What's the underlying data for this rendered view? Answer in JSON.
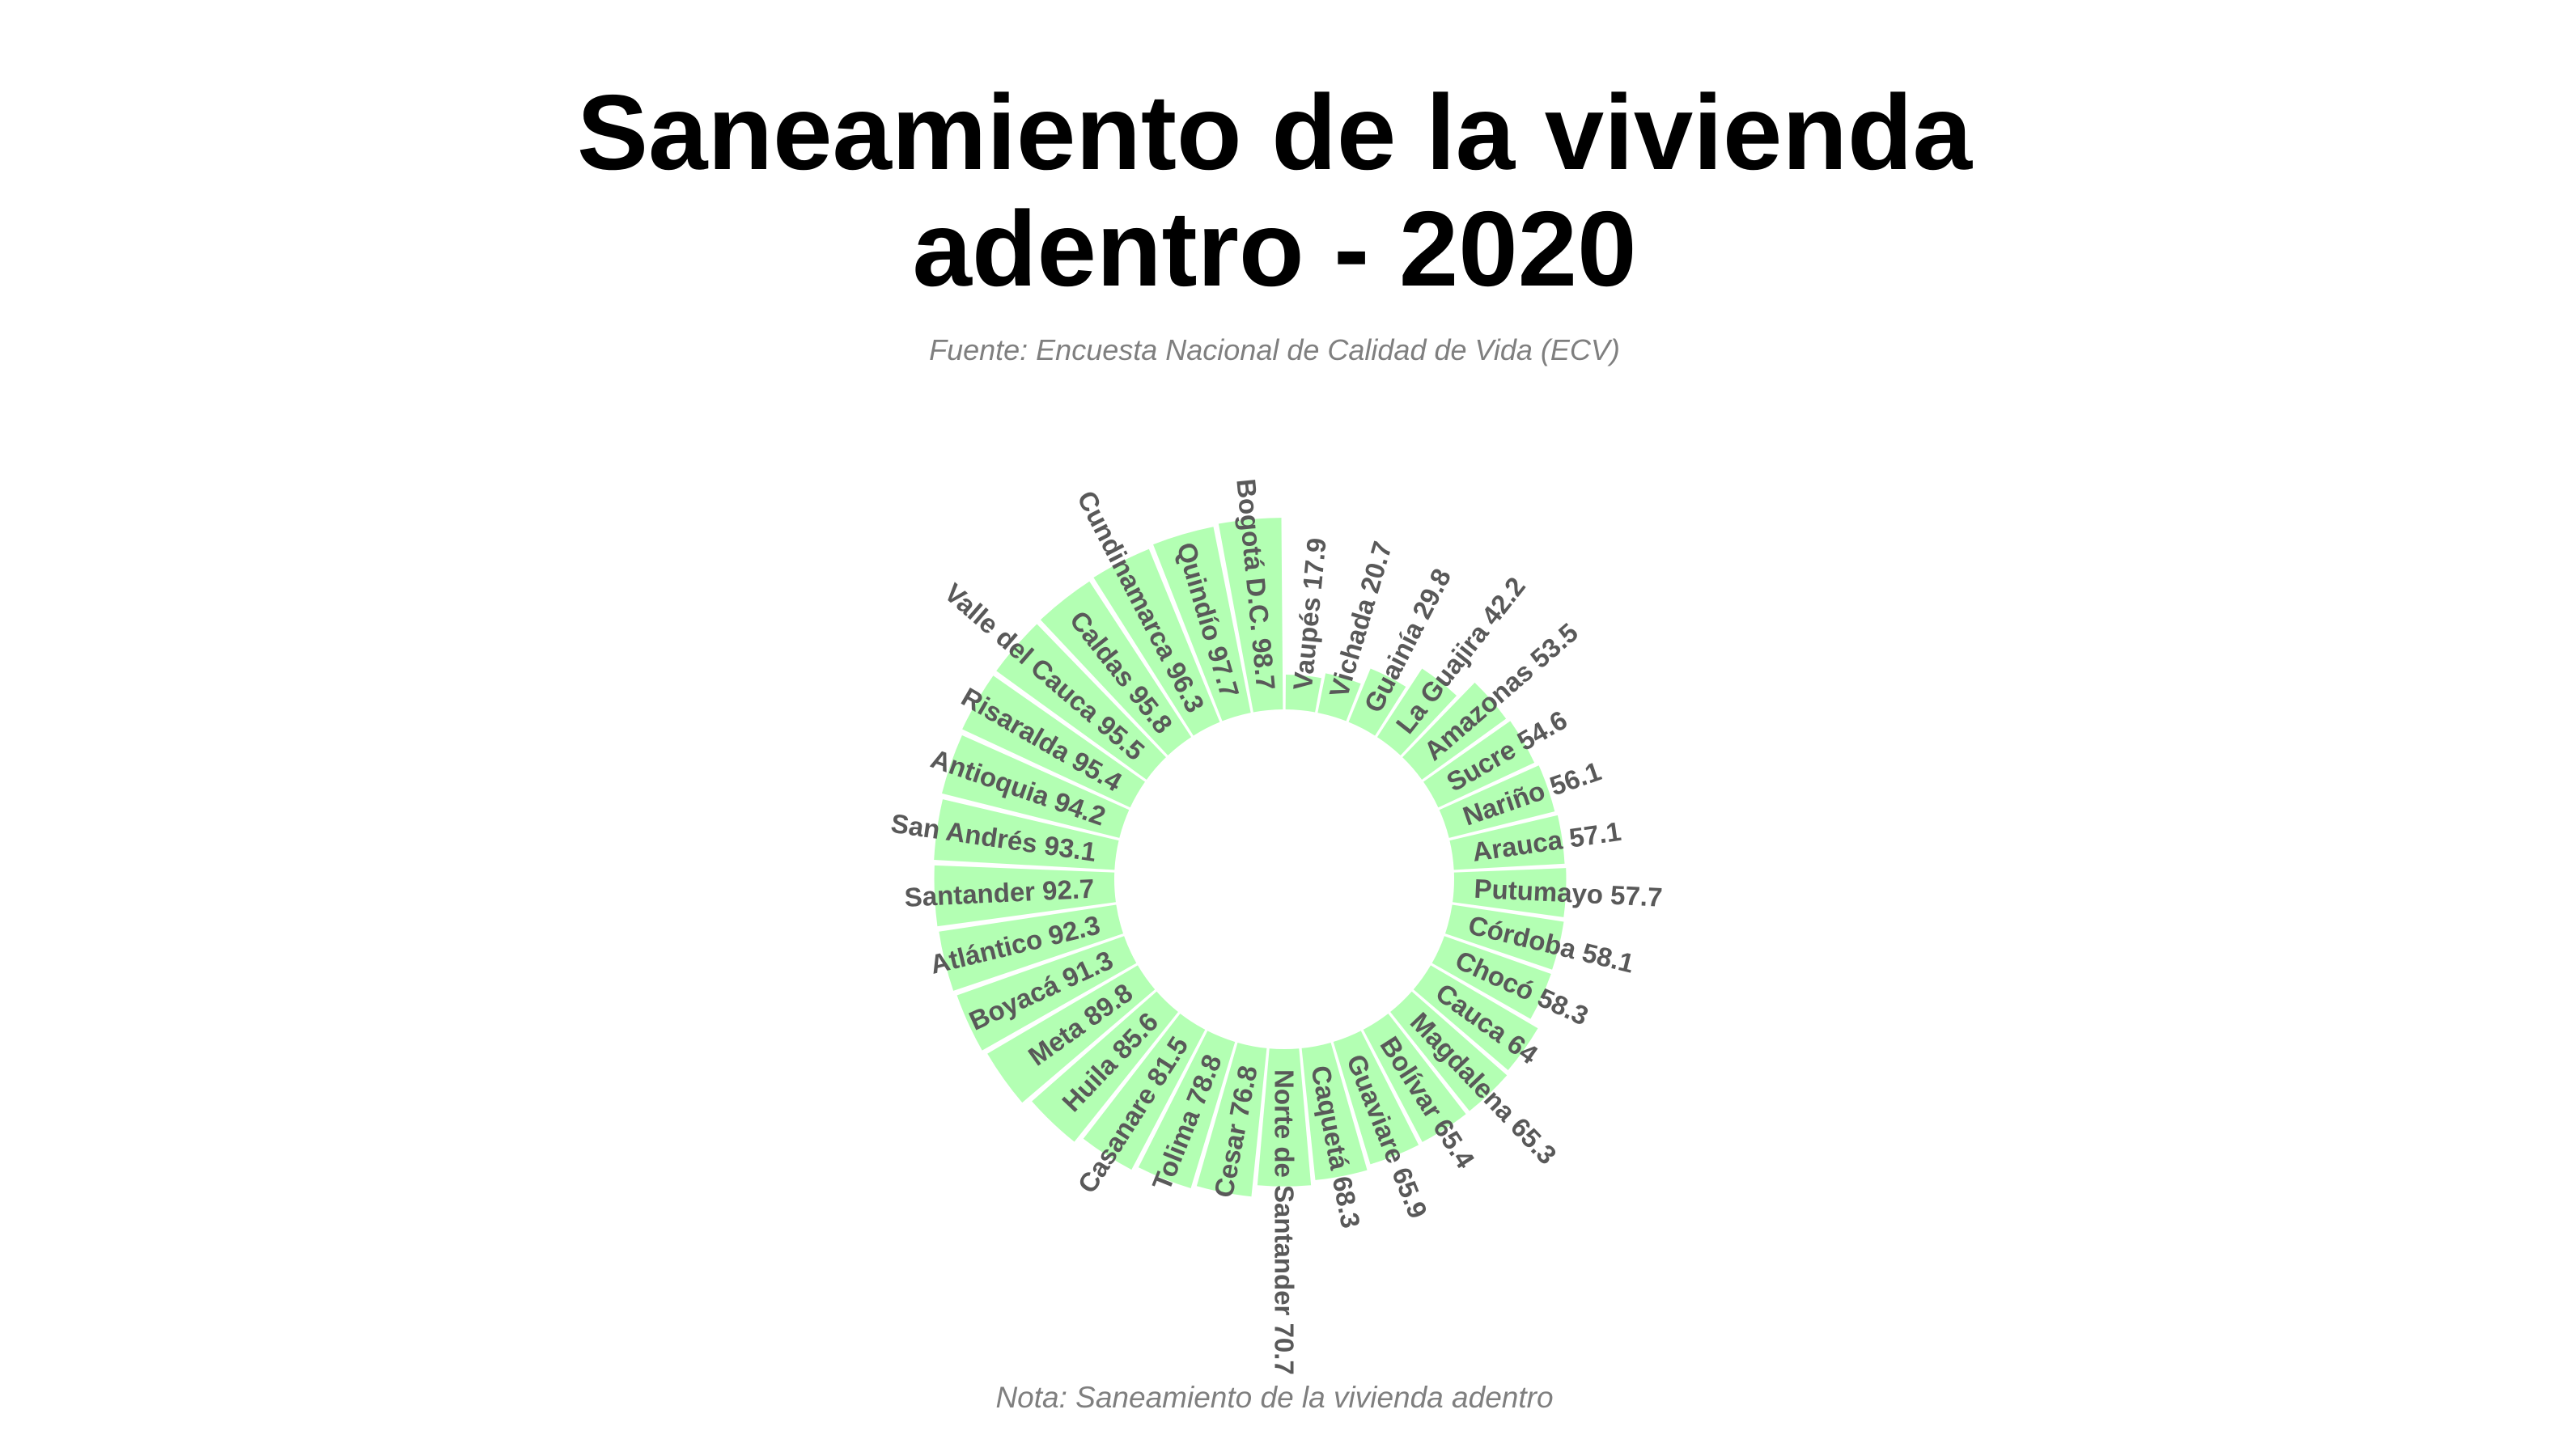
{
  "title_lines": [
    "Saneamiento de la vivienda",
    "adentro - 2020"
  ],
  "subtitle": "Fuente: Encuesta Nacional de Calidad de Vida (ECV)",
  "caption": "Nota: Saneamiento de la vivienda adentro",
  "colors": {
    "bar_fill": "#b3ffb3",
    "label": "#595959",
    "title": "#000000",
    "subtitle": "#7f7f7f"
  },
  "chart_data": {
    "type": "bar",
    "coordinate_system": "polar",
    "value_range": [
      0,
      100
    ],
    "categories": [
      "Vaupés",
      "Vichada",
      "Guainía",
      "La Guajira",
      "Amazonas",
      "Sucre",
      "Nariño",
      "Arauca",
      "Putumayo",
      "Córdoba",
      "Chocó",
      "Cauca",
      "Magdalena",
      "Bolívar",
      "Guaviare",
      "Caquetá",
      "Norte de Santander",
      "Cesar",
      "Tolima",
      "Casanare",
      "Huila",
      "Meta",
      "Boyacá",
      "Atlántico",
      "Santander",
      "San Andrés",
      "Antioquia",
      "Risaralda",
      "Valle del Cauca",
      "Caldas",
      "Cundinamarca",
      "Quindío",
      "Bogotá D.C."
    ],
    "values": [
      17.9,
      20.7,
      29.8,
      42.2,
      53.5,
      54.6,
      56.1,
      57.1,
      57.7,
      58.1,
      58.3,
      64,
      65.3,
      65.4,
      65.9,
      68.3,
      70.7,
      76.8,
      78.8,
      81.5,
      85.6,
      89.8,
      91.3,
      92.3,
      92.7,
      93.1,
      94.2,
      95.4,
      95.5,
      95.8,
      96.3,
      97.7,
      98.7
    ],
    "labels": [
      "Vaupés 17.9",
      "Vichada 20.7",
      "Guainía 29.8",
      "La Guajira 42.2",
      "Amazonas 53.5",
      "Sucre 54.6",
      "Nariño 56.1",
      "Arauca 57.1",
      "Putumayo 57.7",
      "Córdoba 58.1",
      "Chocó 58.3",
      "Cauca 64",
      "Magdalena 65.3",
      "Bolívar 65.4",
      "Guaviare 65.9",
      "Caquetá 68.3",
      "Norte de Santander 70.7",
      "Cesar 76.8",
      "Tolima 78.8",
      "Casanare 81.5",
      "Huila 85.6",
      "Meta 89.8",
      "Boyacá 91.3",
      "Atlántico 92.3",
      "Santander 92.7",
      "San Andrés 93.1",
      "Antioquia 94.2",
      "Risaralda 95.4",
      "Valle del Cauca 95.5",
      "Caldas 95.8",
      "Cundinamarca 96.3",
      "Quindío 97.7",
      "Bogotá D.C. 98.7"
    ],
    "sort": "ascending-clockwise",
    "grid": false,
    "legend": "none"
  }
}
